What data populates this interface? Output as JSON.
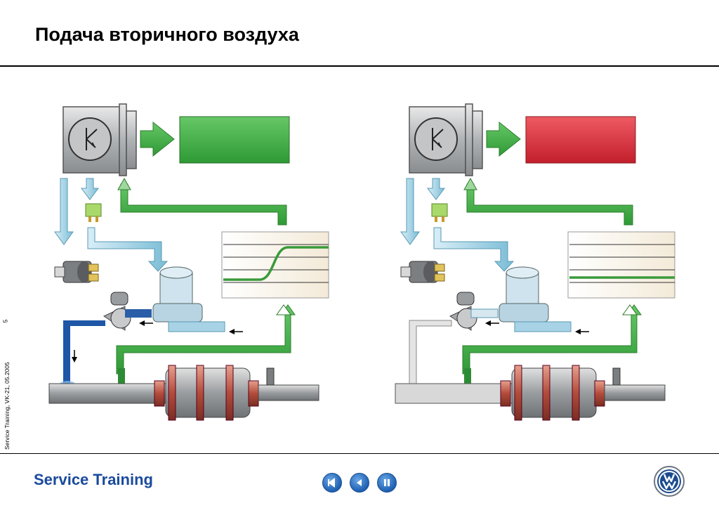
{
  "slide": {
    "title": "Подача вторичного воздуха",
    "page_number": "5",
    "side_text": "Service Training, VK-21, 05.2005"
  },
  "footer": {
    "brand": "Service Training",
    "nav_buttons": [
      "nav-rewind",
      "nav-back",
      "nav-pause"
    ],
    "logo": "vw-logo"
  },
  "diagrams": [
    {
      "id": "left",
      "status_color": "#3fae3f",
      "curve": "rising"
    },
    {
      "id": "right",
      "status_color": "#d42a35",
      "curve": "flat"
    }
  ],
  "colors": {
    "green_signal": "#3fae3f",
    "red_fault": "#d42a35",
    "blue_signal": "#8ac7df",
    "title": "#000000",
    "brand": "#1a4a9c"
  }
}
